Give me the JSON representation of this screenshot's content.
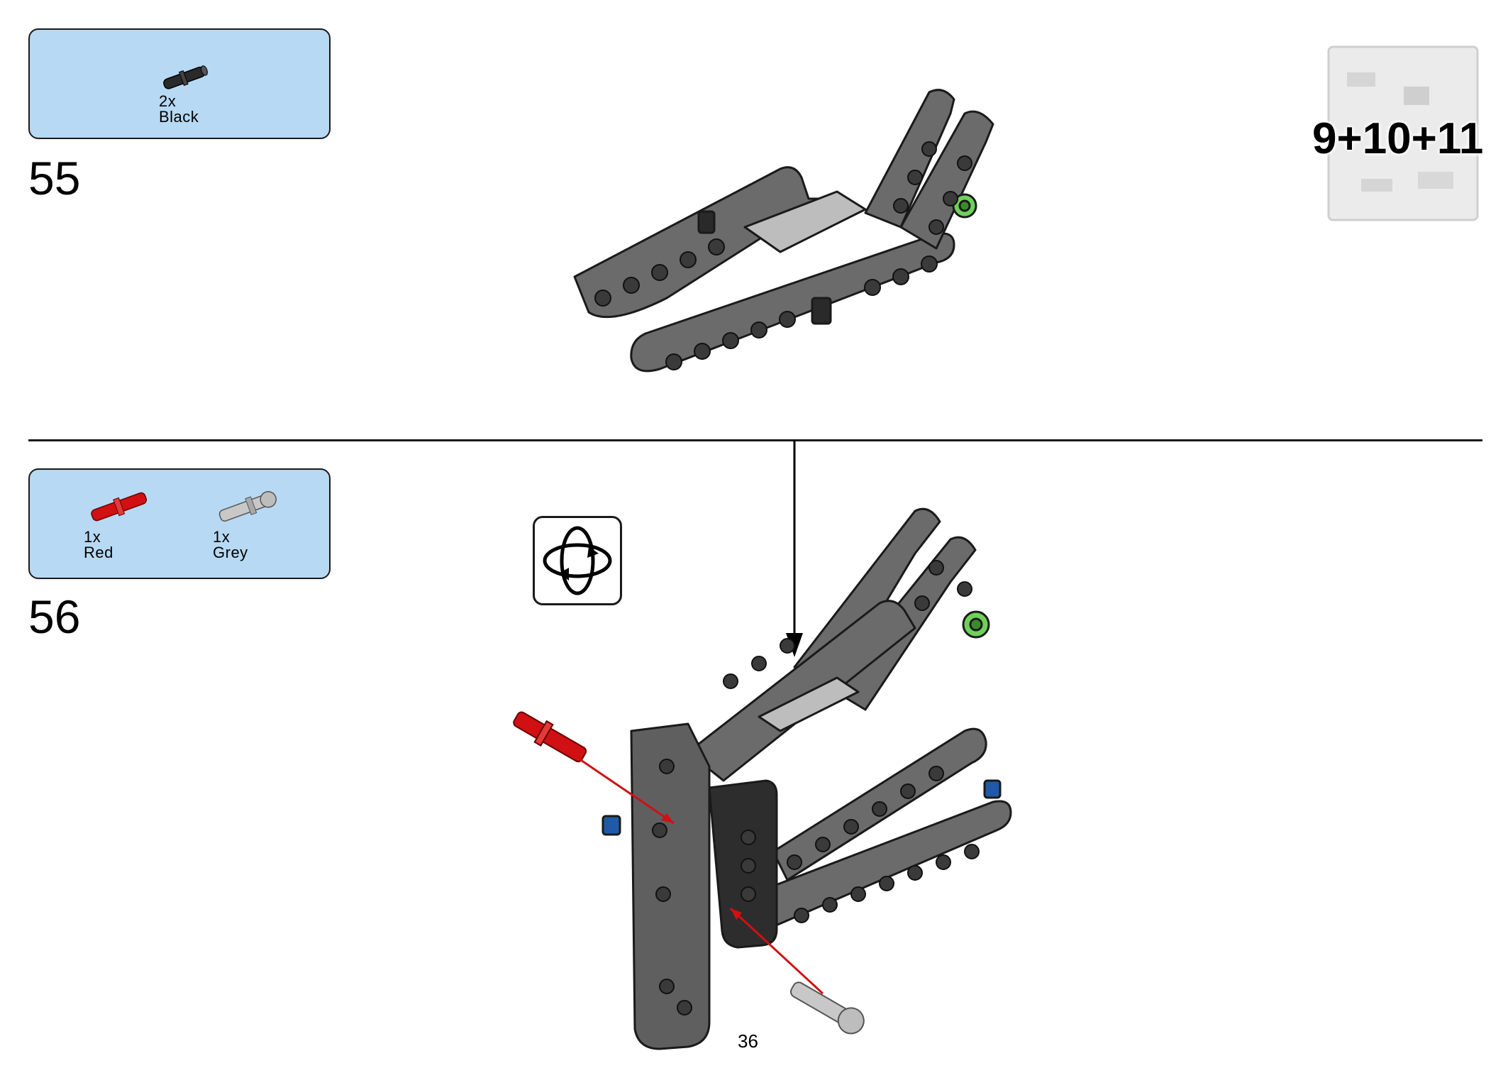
{
  "page": {
    "number": "36"
  },
  "bag": {
    "label": "9+10+11"
  },
  "steps": [
    {
      "number": "55",
      "parts": [
        {
          "count": "2x",
          "color": "Black",
          "icon": "black-pin-icon"
        }
      ]
    },
    {
      "number": "56",
      "parts": [
        {
          "count": "1x",
          "color": "Red",
          "icon": "red-axle-pin-icon"
        },
        {
          "count": "1x",
          "color": "Grey",
          "icon": "grey-pin-icon"
        }
      ]
    }
  ],
  "colors": {
    "parts_box": "#b7d9f3",
    "beam": "#6b6b6b",
    "red_part": "#d01012",
    "green_bush": "#6fd05a",
    "blue_pin": "#1e5aa8"
  }
}
